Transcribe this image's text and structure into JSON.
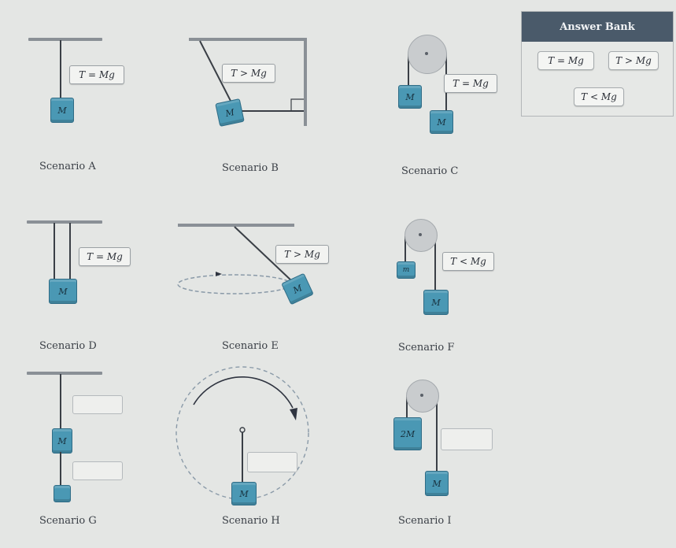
{
  "answer_bank": {
    "title": "Answer Bank",
    "chips": [
      "T = Mg",
      "T > Mg",
      "T < Mg"
    ]
  },
  "scenarios": {
    "a": {
      "label": "Scenario A",
      "tension": "T = Mg",
      "mass": "M"
    },
    "b": {
      "label": "Scenario B",
      "tension": "T > Mg",
      "mass": "M"
    },
    "c": {
      "label": "Scenario C",
      "tension": "T = Mg",
      "mass_left": "M",
      "mass_right": "M"
    },
    "d": {
      "label": "Scenario D",
      "tension": "T = Mg",
      "mass": "M"
    },
    "e": {
      "label": "Scenario E",
      "tension": "T > Mg",
      "mass": "M"
    },
    "f": {
      "label": "Scenario F",
      "tension": "T < Mg",
      "mass_left": "m",
      "mass_right": "M"
    },
    "g": {
      "label": "Scenario G",
      "mass_top": "M",
      "mass_bottom": ""
    },
    "h": {
      "label": "Scenario H",
      "mass": "M"
    },
    "i": {
      "label": "Scenario I",
      "mass_left": "2M",
      "mass_right": "M"
    }
  }
}
